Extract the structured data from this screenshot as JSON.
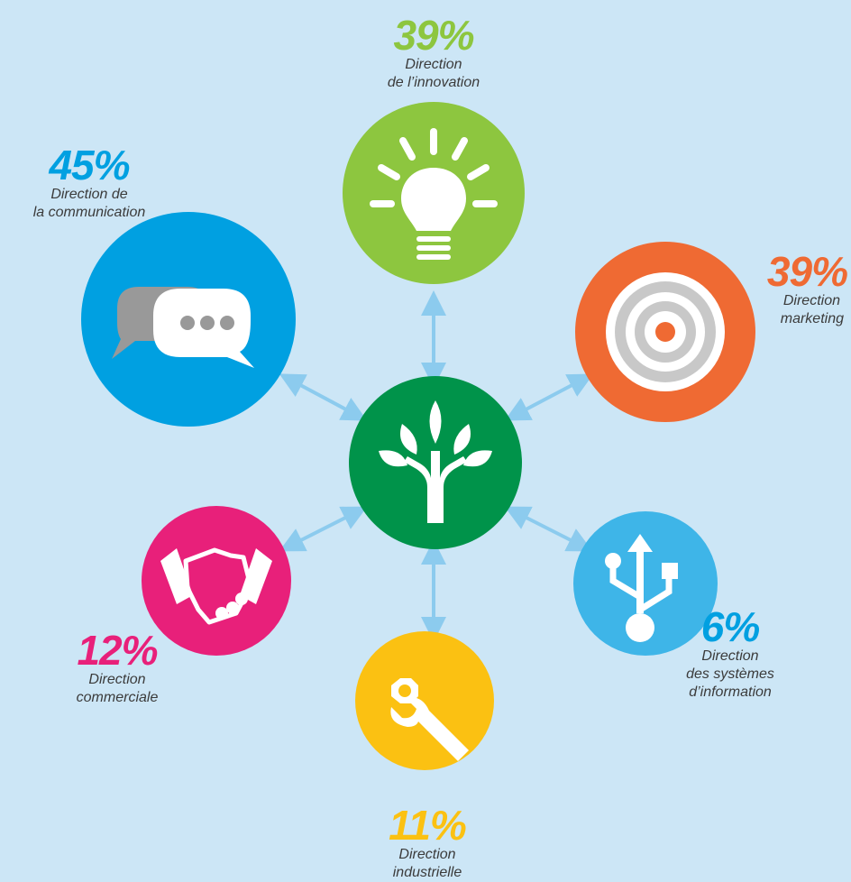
{
  "center": {
    "icon": "tree-icon",
    "color": "#00934a"
  },
  "departments": [
    {
      "key": "innovation",
      "percent": "39%",
      "lines": [
        "Direction",
        "de l’innovation"
      ],
      "icon": "lightbulb-icon",
      "color": "#8dc63f"
    },
    {
      "key": "communication",
      "percent": "45%",
      "lines": [
        "Direction de",
        "la communication"
      ],
      "icon": "speech-bubbles-icon",
      "color": "#00a0e1"
    },
    {
      "key": "marketing",
      "percent": "39%",
      "lines": [
        "Direction",
        "marketing"
      ],
      "icon": "target-icon",
      "color": "#ef6a33"
    },
    {
      "key": "commercial",
      "percent": "12%",
      "lines": [
        "Direction",
        "commerciale"
      ],
      "icon": "handshake-icon",
      "color": "#e8207a"
    },
    {
      "key": "systems",
      "percent": "6%",
      "lines": [
        "Direction",
        "des systèmes",
        "d’information"
      ],
      "icon": "usb-icon",
      "color": "#3eb5e8"
    },
    {
      "key": "industrial",
      "percent": "11%",
      "lines": [
        "Direction",
        "industrielle"
      ],
      "icon": "wrench-icon",
      "color": "#fbc112"
    }
  ],
  "colors": {
    "background": "#cce6f6",
    "arrow": "#8ccbee",
    "text": "#3b3b3b"
  }
}
